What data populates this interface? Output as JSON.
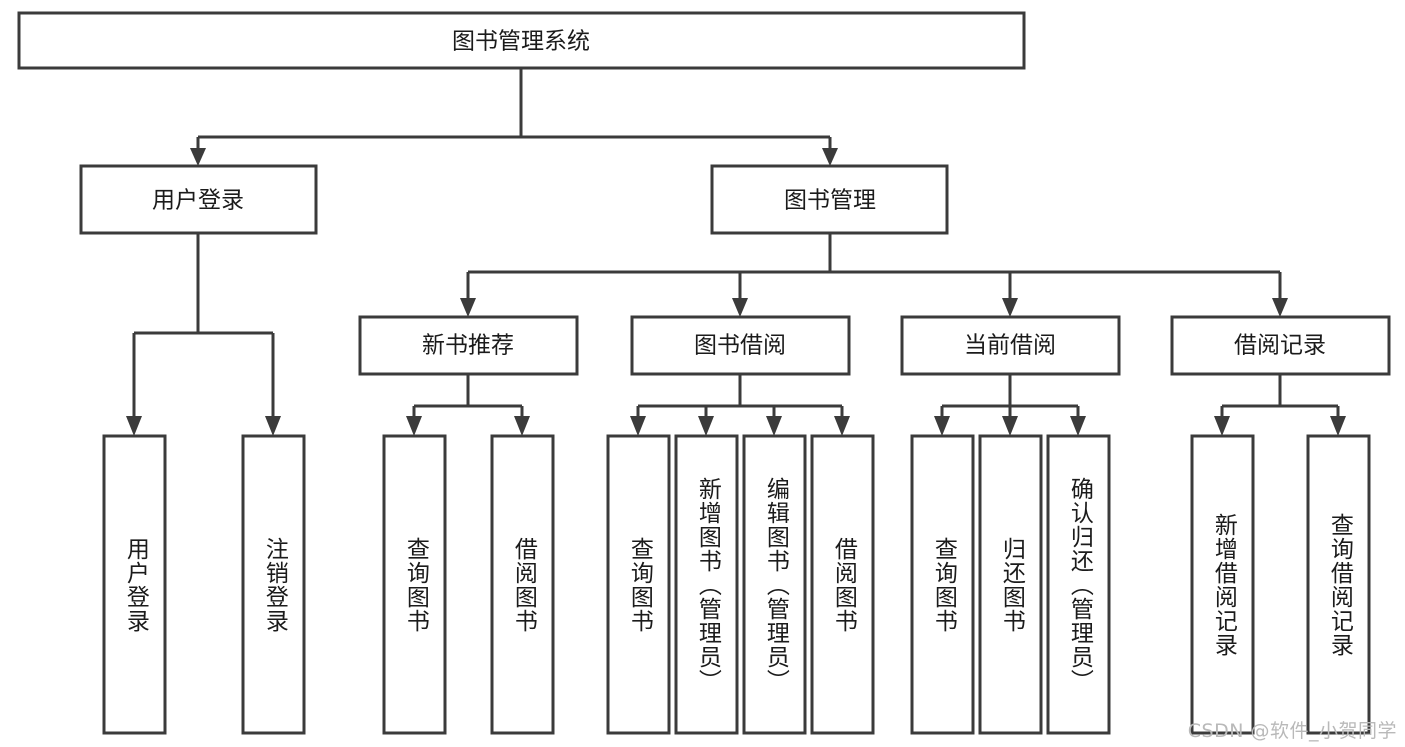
{
  "diagram": {
    "type": "tree",
    "title": "图书管理系统",
    "watermark": "CSDN @软件_小贺同学",
    "colors": {
      "box_stroke": "#3b3b3b",
      "box_fill": "#ffffff",
      "text": "#1b1b1b",
      "connector": "#3b3b3b",
      "watermark": "#b9b9b9",
      "background": "#ffffff"
    },
    "levels": {
      "root": {
        "label": "图书管理系统"
      },
      "level2": [
        {
          "label": "用户登录"
        },
        {
          "label": "图书管理"
        }
      ],
      "level3": [
        {
          "label": "新书推荐"
        },
        {
          "label": "图书借阅"
        },
        {
          "label": "当前借阅"
        },
        {
          "label": "借阅记录"
        }
      ],
      "leaves": {
        "user_login": [
          {
            "label": "用户登录"
          },
          {
            "label": "注销登录"
          }
        ],
        "new_book_recommend": [
          {
            "label": "查询图书"
          },
          {
            "label": "借阅图书"
          }
        ],
        "book_borrow": [
          {
            "label": "查询图书"
          },
          {
            "label": "新增图书（管理员）"
          },
          {
            "label": "编辑图书（管理员）"
          },
          {
            "label": "借阅图书"
          }
        ],
        "current_borrow": [
          {
            "label": "查询图书"
          },
          {
            "label": "归还图书"
          },
          {
            "label": "确认归还（管理员）"
          }
        ],
        "borrow_record": [
          {
            "label": "新增借阅记录"
          },
          {
            "label": "查询借阅记录"
          }
        ]
      }
    },
    "edges": [
      {
        "from": "图书管理系统",
        "to": "用户登录"
      },
      {
        "from": "图书管理系统",
        "to": "图书管理"
      },
      {
        "from": "图书管理",
        "to": "新书推荐"
      },
      {
        "from": "图书管理",
        "to": "图书借阅"
      },
      {
        "from": "图书管理",
        "to": "当前借阅"
      },
      {
        "from": "图书管理",
        "to": "借阅记录"
      },
      {
        "from": "用户登录",
        "to": "用户登录"
      },
      {
        "from": "用户登录",
        "to": "注销登录"
      },
      {
        "from": "新书推荐",
        "to": "查询图书"
      },
      {
        "from": "新书推荐",
        "to": "借阅图书"
      },
      {
        "from": "图书借阅",
        "to": "查询图书"
      },
      {
        "from": "图书借阅",
        "to": "新增图书（管理员）"
      },
      {
        "from": "图书借阅",
        "to": "编辑图书（管理员）"
      },
      {
        "from": "图书借阅",
        "to": "借阅图书"
      },
      {
        "from": "当前借阅",
        "to": "查询图书"
      },
      {
        "from": "当前借阅",
        "to": "归还图书"
      },
      {
        "from": "当前借阅",
        "to": "确认归还（管理员）"
      },
      {
        "from": "借阅记录",
        "to": "新增借阅记录"
      },
      {
        "from": "借阅记录",
        "to": "查询借阅记录"
      }
    ]
  }
}
